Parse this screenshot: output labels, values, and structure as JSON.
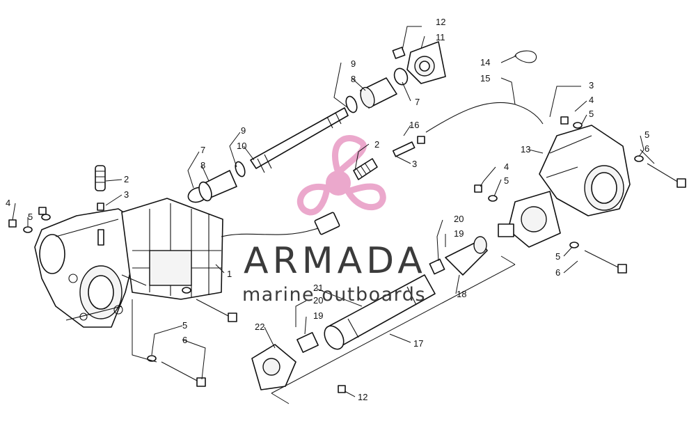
{
  "watermark": {
    "brand": "ARMADA",
    "tagline": "marine outboards",
    "brand_color": "#3a3a3a",
    "logo_color": "#e89ac4"
  },
  "callouts": [
    {
      "id": "c12a",
      "text": "12"
    },
    {
      "id": "c11",
      "text": "11"
    },
    {
      "id": "c9a",
      "text": "9"
    },
    {
      "id": "c8a",
      "text": "8"
    },
    {
      "id": "c7a",
      "text": "7"
    },
    {
      "id": "c14",
      "text": "14"
    },
    {
      "id": "c15",
      "text": "15"
    },
    {
      "id": "c3a",
      "text": "3"
    },
    {
      "id": "c4a",
      "text": "4"
    },
    {
      "id": "c5a",
      "text": "5"
    },
    {
      "id": "c5b",
      "text": "5"
    },
    {
      "id": "c6a",
      "text": "6"
    },
    {
      "id": "c13",
      "text": "13"
    },
    {
      "id": "c16",
      "text": "16"
    },
    {
      "id": "c2a",
      "text": "2"
    },
    {
      "id": "c3b",
      "text": "3"
    },
    {
      "id": "c9b",
      "text": "9"
    },
    {
      "id": "c10",
      "text": "10"
    },
    {
      "id": "c7b",
      "text": "7"
    },
    {
      "id": "c8b",
      "text": "8"
    },
    {
      "id": "c2b",
      "text": "2"
    },
    {
      "id": "c3c",
      "text": "3"
    },
    {
      "id": "c4b",
      "text": "4"
    },
    {
      "id": "c5c",
      "text": "5"
    },
    {
      "id": "c4c",
      "text": "4"
    },
    {
      "id": "c5d",
      "text": "5"
    },
    {
      "id": "c1",
      "text": "1"
    },
    {
      "id": "c20a",
      "text": "20"
    },
    {
      "id": "c19a",
      "text": "19"
    },
    {
      "id": "c5e",
      "text": "5"
    },
    {
      "id": "c6b",
      "text": "6"
    },
    {
      "id": "c18",
      "text": "18"
    },
    {
      "id": "c21",
      "text": "21"
    },
    {
      "id": "c20b",
      "text": "20"
    },
    {
      "id": "c19b",
      "text": "19"
    },
    {
      "id": "c22",
      "text": "22"
    },
    {
      "id": "c17",
      "text": "17"
    },
    {
      "id": "c5f",
      "text": "5"
    },
    {
      "id": "c6c",
      "text": "6"
    },
    {
      "id": "c12b",
      "text": "12"
    }
  ]
}
